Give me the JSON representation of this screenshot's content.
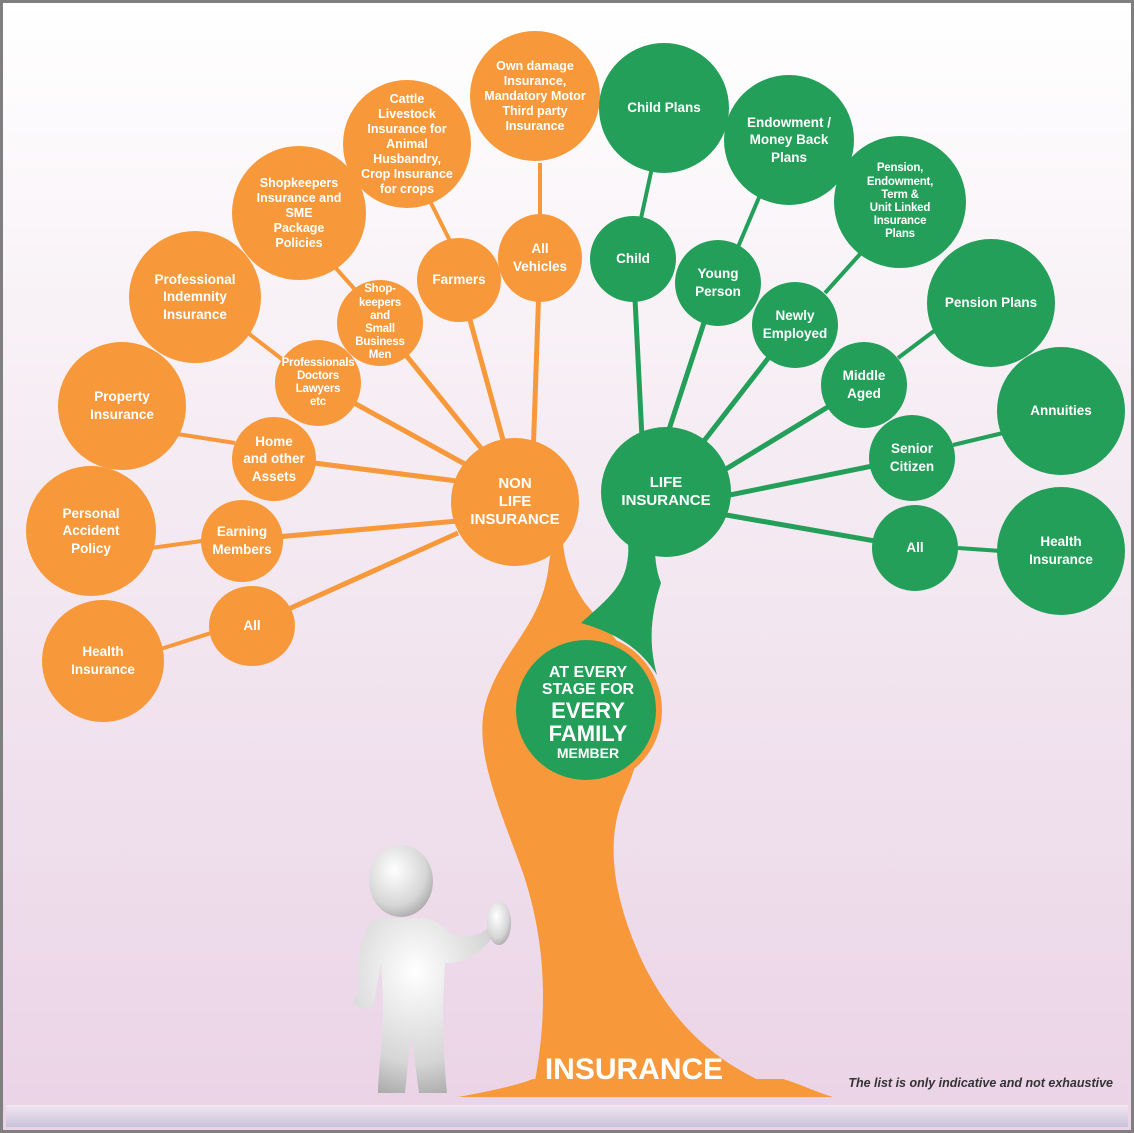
{
  "colors": {
    "non_life": "#f7993a",
    "life": "#239f59",
    "frame": "#7f7f7f"
  },
  "non_life": {
    "hub": "NON\nLIFE\nINSURANCE",
    "groups": [
      {
        "segment": "All",
        "product": "Health\nInsurance"
      },
      {
        "segment": "Earning\nMembers",
        "product": "Personal\nAccident\nPolicy"
      },
      {
        "segment": "Home\nand other\nAssets",
        "product": "Property\nInsurance"
      },
      {
        "segment": "Professionals\nDoctors\nLawyers\netc",
        "product": "Professional\nIndemnity\nInsurance"
      },
      {
        "segment": "Shop-\nkeepers\nand\nSmall\nBusiness\nMen",
        "product": "Shopkeepers\nInsurance and\nSME\nPackage\nPolicies"
      },
      {
        "segment": "Farmers",
        "product": "Cattle\nLivestock\nInsurance for\nAnimal\nHusbandry,\nCrop Insurance\nfor crops"
      },
      {
        "segment": "All\nVehicles",
        "product": "Own damage\nInsurance,\nMandatory Motor\nThird party\nInsurance"
      }
    ]
  },
  "life": {
    "hub": "LIFE\nINSURANCE",
    "groups": [
      {
        "segment": "Child",
        "product": "Child Plans"
      },
      {
        "segment": "Young\nPerson",
        "product": "Endowment /\nMoney Back\nPlans"
      },
      {
        "segment": "Newly\nEmployed",
        "product": "Pension,\nEndowment,\nTerm &\nUnit Linked\nInsurance\nPlans"
      },
      {
        "segment": "Middle\nAged",
        "product": "Pension Plans"
      },
      {
        "segment": "Senior\nCitizen",
        "product": "Annuities"
      },
      {
        "segment": "All",
        "product": "Health\nInsurance"
      }
    ]
  },
  "center": {
    "line1": "AT EVERY\nSTAGE FOR",
    "line2": "EVERY\nFAMILY",
    "line3": "MEMBER"
  },
  "trunk_label": "INSURANCE",
  "disclaimer": "The list is only indicative and not exhaustive"
}
